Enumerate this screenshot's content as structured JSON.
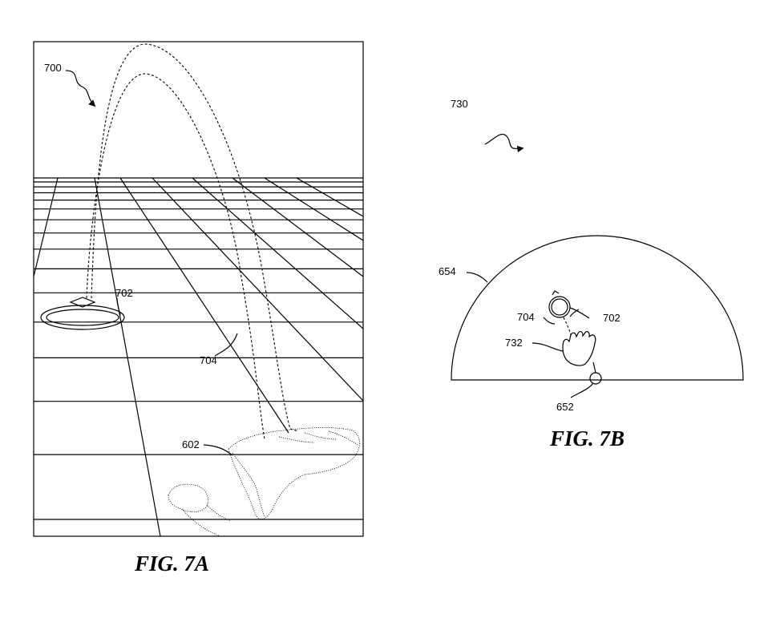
{
  "figure_a": {
    "caption": "FIG. 7A",
    "refs": {
      "scene": "700",
      "target": "702",
      "arc": "704",
      "hand": "602"
    }
  },
  "figure_b": {
    "caption": "FIG. 7B",
    "refs": {
      "view": "730",
      "dome": "654",
      "origin": "652",
      "target": "702",
      "arc": "704",
      "hand": "732"
    }
  }
}
